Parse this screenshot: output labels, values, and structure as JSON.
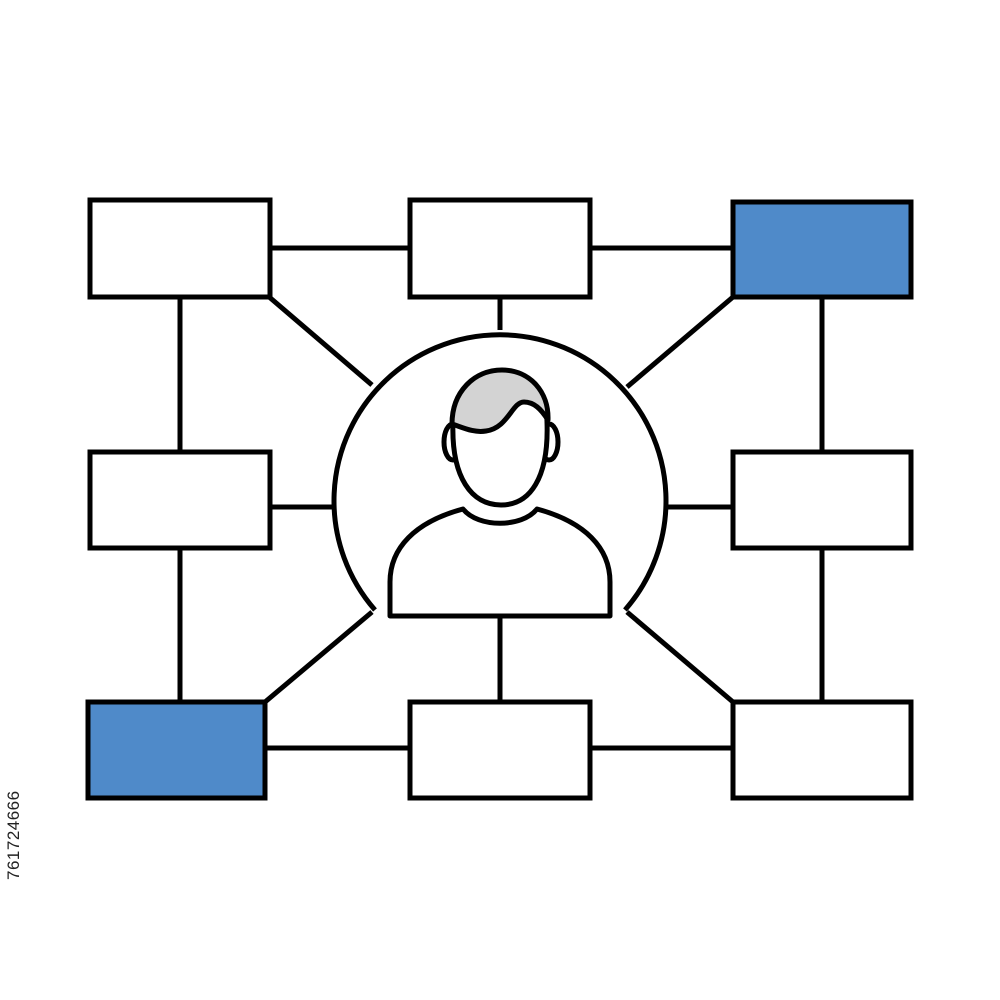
{
  "colors": {
    "line": "#000000",
    "node_fill": "#ffffff",
    "highlight_fill": "#4f8ac9",
    "hair_fill": "#d3d3d3",
    "background": "#ffffff"
  },
  "center": {
    "icon": "person-avatar-icon"
  },
  "nodes": [
    {
      "id": "top-left",
      "highlighted": false
    },
    {
      "id": "top-middle",
      "highlighted": false
    },
    {
      "id": "top-right",
      "highlighted": true
    },
    {
      "id": "middle-left",
      "highlighted": false
    },
    {
      "id": "middle-right",
      "highlighted": false
    },
    {
      "id": "bottom-left",
      "highlighted": true
    },
    {
      "id": "bottom-middle",
      "highlighted": false
    },
    {
      "id": "bottom-right",
      "highlighted": false
    }
  ],
  "watermark": {
    "stock_id": "761724666"
  }
}
